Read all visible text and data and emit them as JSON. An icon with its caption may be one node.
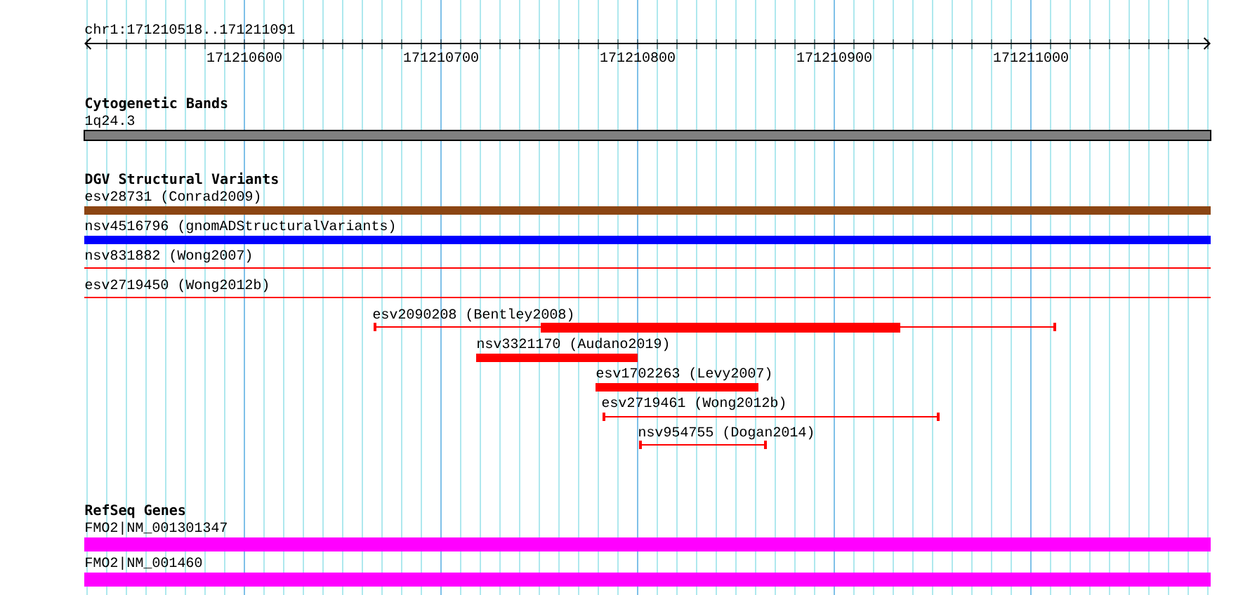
{
  "diagram": {
    "nodes": [
      {
        "text": [
          "1q24.3"
        ]
      },
      {
        "text": [
          "esv28731 (Conrad2009)"
        ]
      },
      {
        "text": [
          "nsv4516796 (gnomADStructuralVariants)"
        ]
      },
      {
        "text": [
          "nsv831882 (Wong2007)"
        ]
      },
      {
        "text": [
          "esv2719450 (Wong2012b)"
        ]
      },
      {
        "text": [
          "esv2090208 (Bentley2008)"
        ]
      },
      {
        "text": [
          "nsv3321170 (Audano2019)"
        ]
      },
      {
        "text": [
          "esv1702263 (Levy2007)"
        ]
      },
      {
        "text": [
          "esv2719461 (Wong2012b)"
        ]
      },
      {
        "text": [
          "nsv954755 (Dogan2014)"
        ]
      },
      {
        "text": [
          "FMO2|NM_001301347"
        ]
      },
      {
        "text": [
          "FMO2|NM_001460"
        ]
      }
    ],
    "labels": [
      "chr1:171210518..171211091",
      "171210600",
      "171210700",
      "171210800",
      "171210900",
      "171211000",
      "Cytogenetic Bands",
      "DGV Structural Variants",
      "RefSeq Genes"
    ]
  }
}
